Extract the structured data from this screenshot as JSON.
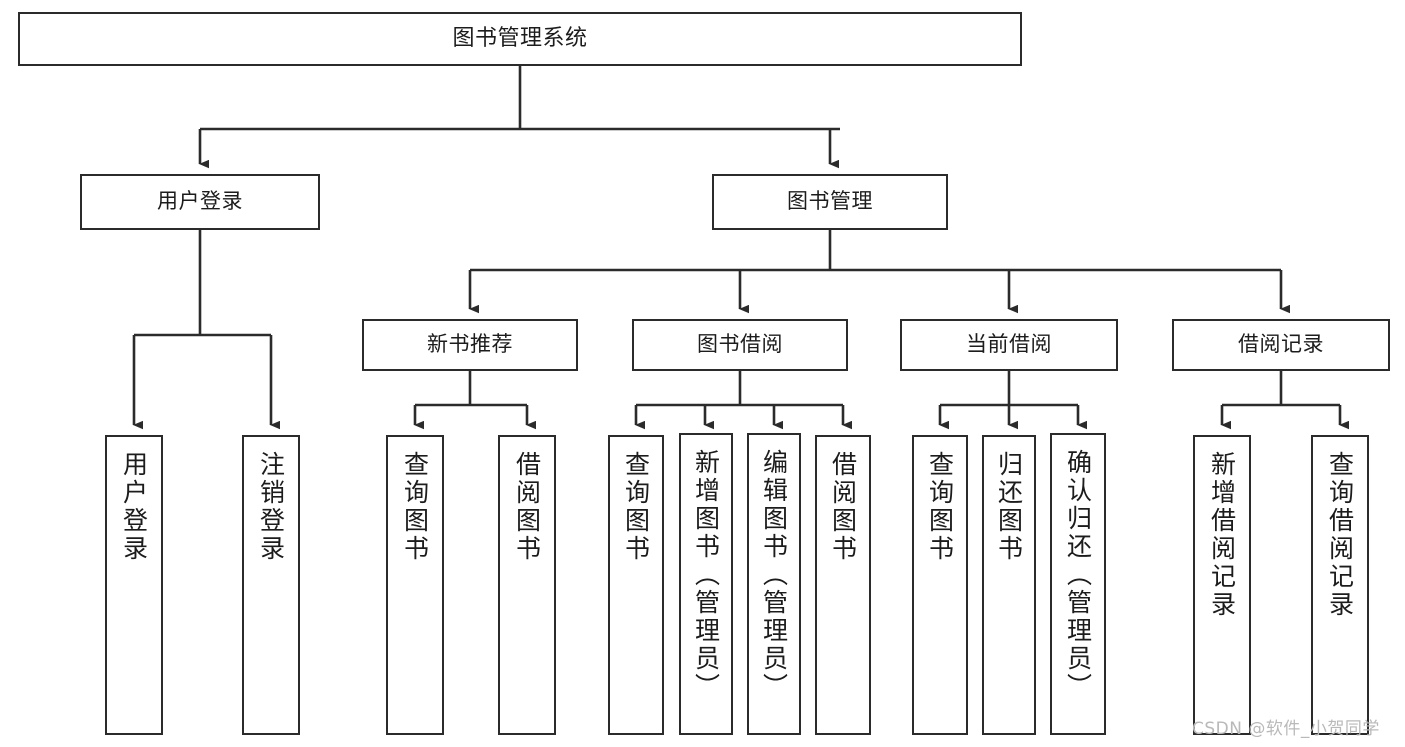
{
  "diagram": {
    "title": "图书管理系统",
    "root": {
      "label": "图书管理系统"
    },
    "level2": [
      {
        "label": "用户登录"
      },
      {
        "label": "图书管理"
      }
    ],
    "level3": [
      {
        "label": "新书推荐"
      },
      {
        "label": "图书借阅"
      },
      {
        "label": "当前借阅"
      },
      {
        "label": "借阅记录"
      }
    ],
    "leaves": {
      "login": [
        {
          "label": "用户登录"
        },
        {
          "label": "注销登录"
        }
      ],
      "new_recommend": [
        {
          "label": "查询图书"
        },
        {
          "label": "借阅图书"
        }
      ],
      "book_borrow": [
        {
          "label": "查询图书"
        },
        {
          "label": "新增图书（管理员）"
        },
        {
          "label": "编辑图书（管理员）"
        },
        {
          "label": "借阅图书"
        }
      ],
      "current_borrow": [
        {
          "label": "查询图书"
        },
        {
          "label": "归还图书"
        },
        {
          "label": "确认归还（管理员）"
        }
      ],
      "borrow_record": [
        {
          "label": "新增借阅记录"
        },
        {
          "label": "查询借阅记录"
        }
      ]
    }
  },
  "watermark": {
    "text": "CSDN @软件_小贺同学"
  },
  "colors": {
    "stroke": "#2b2b2b",
    "background": "#ffffff",
    "text": "#1c1c1c",
    "watermark": "#b9b9b9"
  }
}
